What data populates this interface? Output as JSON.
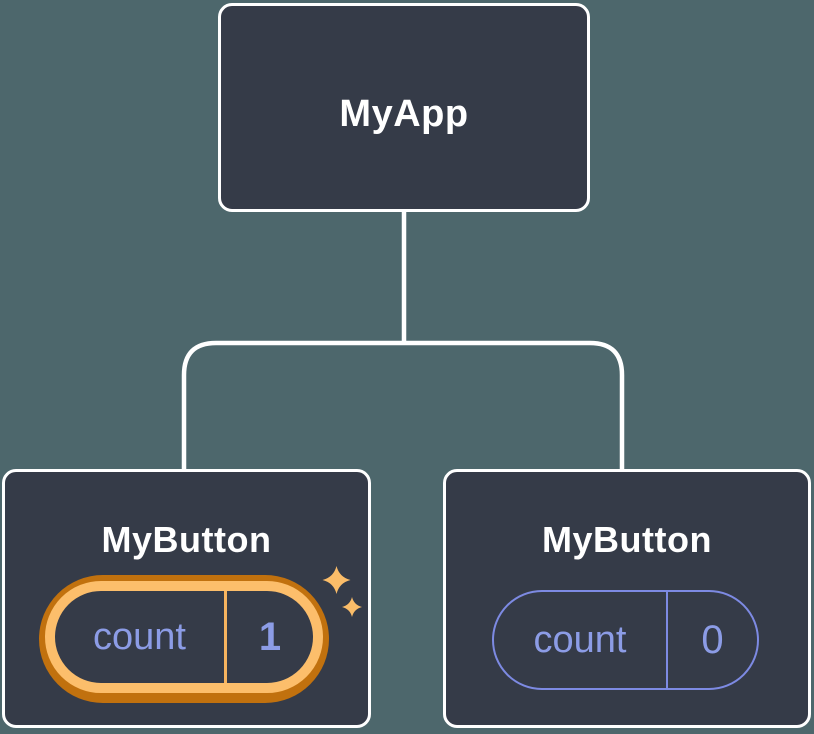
{
  "colors": {
    "bg": "#4d676c",
    "node_fill": "#353b48",
    "node_border": "#ffffff",
    "label_text": "#ffffff",
    "state_text": "#8c9ce6",
    "pill_outline": "#7d8ae3",
    "highlight_outer": "#c1710e",
    "highlight_inner": "#fcbe6b",
    "highlight_divider": "#f7b45f",
    "sparkle": "#fbbd69"
  },
  "diagram": {
    "type": "component-tree",
    "root": {
      "label": "MyApp"
    },
    "children": [
      {
        "label": "MyButton",
        "state": {
          "key": "count",
          "value": "1"
        },
        "highlighted": true
      },
      {
        "label": "MyButton",
        "state": {
          "key": "count",
          "value": "0"
        },
        "highlighted": false
      }
    ]
  }
}
